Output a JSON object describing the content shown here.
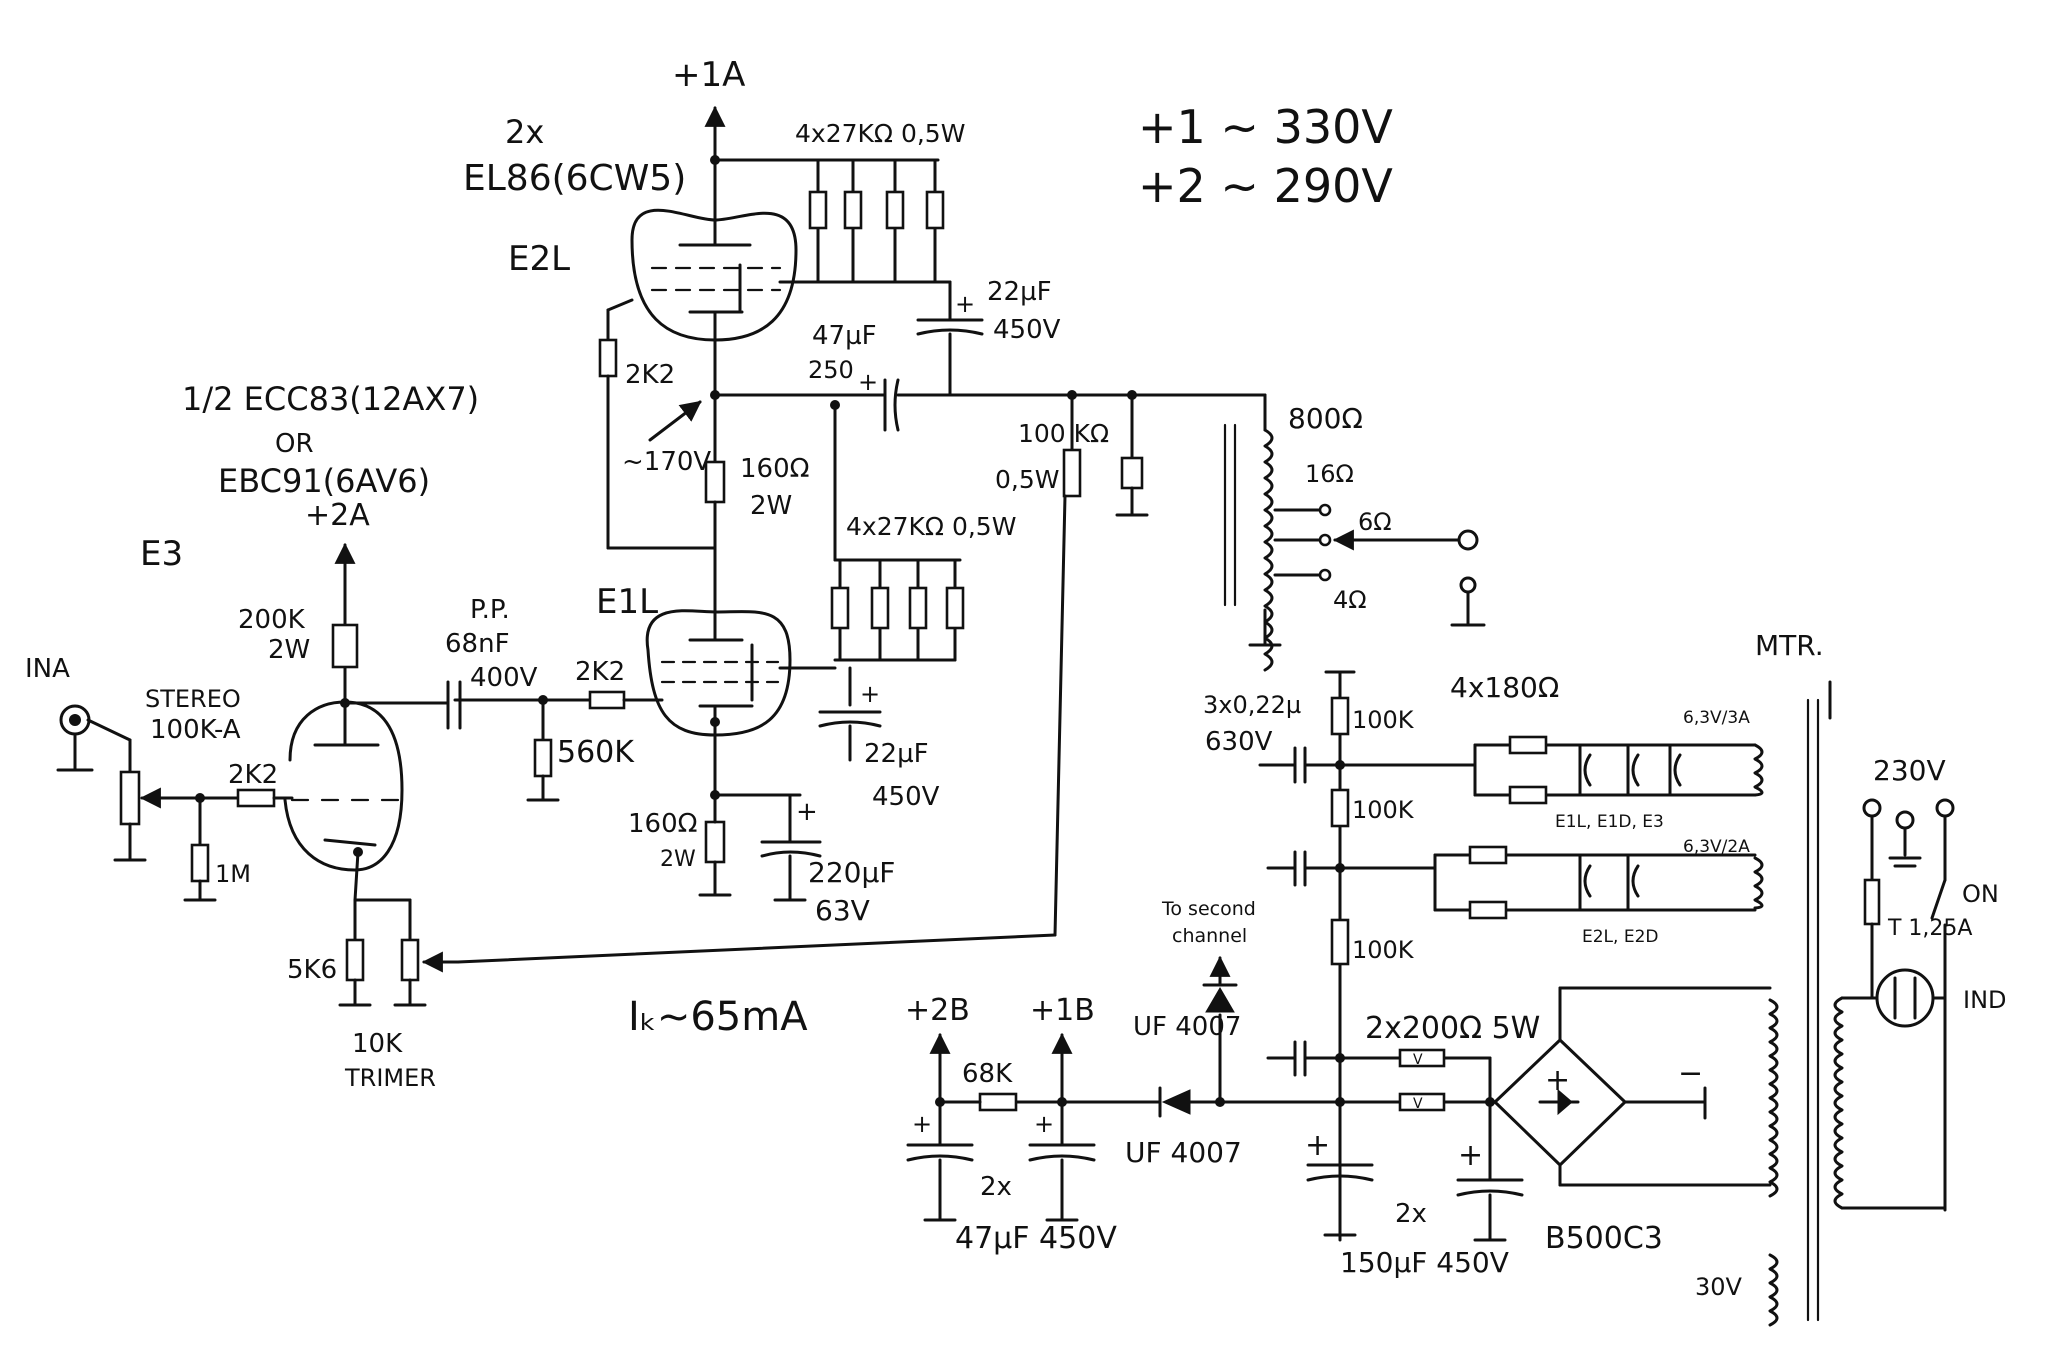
{
  "supply_notes": {
    "line1": "+1 ~ 330V",
    "line2": "+2 ~ 290V"
  },
  "output_stage": {
    "tube_count": "2x",
    "tube_type": "EL86(6CW5)",
    "tube_label": "E2L",
    "supply_label": "+1A",
    "screen_resistors": "4x27KΩ 0,5W",
    "cap_22uf": "22µF",
    "cap_22uf_v": "450V",
    "cap_47uf": "47µF",
    "cap_47uf_v": "250",
    "grid_resistor": "2K2",
    "voltage_note": "~170V",
    "cathode_resistor": "160Ω",
    "cathode_resistor_w": "2W"
  },
  "driver_stage": {
    "tube_label": "E1L",
    "grid_resistor": "2K2",
    "grid_leak": "560K",
    "screen_resistors": "4x27KΩ 0,5W",
    "cap_22uf": "22µF",
    "cap_22uf_v": "450V",
    "cathode_resistor": "160Ω",
    "cathode_resistor_w": "2W",
    "cathode_cap": "220µF",
    "cathode_cap_v": "63V",
    "current_note": "Iₖ~65mA"
  },
  "input_stage": {
    "tube_line1": "1/2 ECC83(12AX7)",
    "tube_or": "OR",
    "tube_line2": "EBC91(6AV6)",
    "supply_label": "+2A",
    "tube_label": "E3",
    "plate_resistor": "200K",
    "plate_resistor_w": "2W",
    "coupling_cap_line1": "P.P.",
    "coupling_cap_line2": "68nF",
    "coupling_cap_line3": "400V",
    "input_label": "INA",
    "pot_line1": "STEREO",
    "pot_line2": "100K-A",
    "grid_stopper": "2K2",
    "grid_leak": "1M",
    "cathode_resistor": "5K6",
    "trimmer_line1": "10K",
    "trimmer_line2": "TRIMER"
  },
  "output_transformer": {
    "primary": "800Ω",
    "tap_16": "16Ω",
    "tap_6": "6Ω",
    "tap_4": "4Ω",
    "feedback_resistor": "100 KΩ",
    "feedback_resistor_w": "0,5W"
  },
  "heater_supply": {
    "caps": "3x0,22µ",
    "caps_v": "630V",
    "res_upper": "100K",
    "res_middle": "100K",
    "res_lower": "100K",
    "resistors": "4x180Ω",
    "winding_1": "6,3V/3A",
    "tubes_1": "E1L, E1D, E3",
    "winding_2": "6,3V/2A",
    "tubes_2": "E2L, E2D"
  },
  "power_supply": {
    "transformer": "MTR.",
    "mains": "230V",
    "fuse": "T 1,25A",
    "switch": "ON",
    "indicator": "IND",
    "winding_30v": "30V",
    "bridge": "B500C3",
    "bridge_plus": "+",
    "bridge_minus": "−",
    "res_2x200": "2x200Ω 5W",
    "cap_150_count": "2x",
    "cap_150": "150µF 450V",
    "res_68k": "68K",
    "cap_47_count": "2x",
    "cap_47": "47µF 450V",
    "diode_1": "UF 4007",
    "diode_2": "UF 4007",
    "second_channel_line1": "To second",
    "second_channel_line2": "channel",
    "supply_2b": "+2B",
    "supply_1b": "+1B"
  }
}
